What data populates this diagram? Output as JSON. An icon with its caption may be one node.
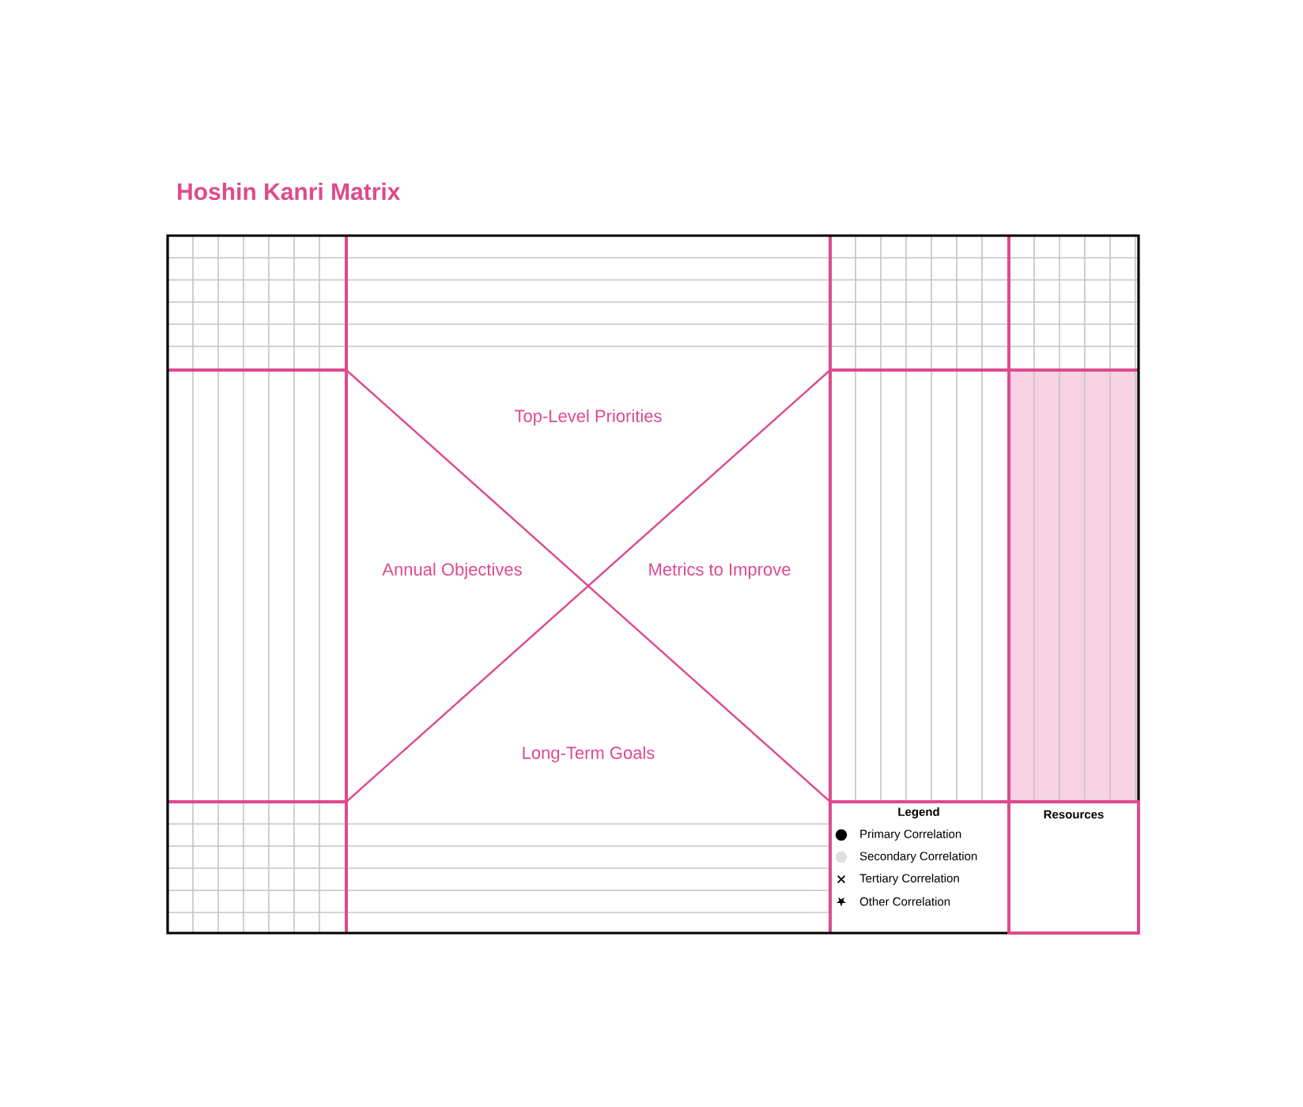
{
  "diagram": {
    "title": "Hoshin Kanri Matrix",
    "nodes": [
      {
        "text": [
          "Resources"
        ]
      }
    ],
    "labels": [
      "Top-Level Priorities",
      "Annual Objectives",
      "Metrics to Improve",
      "Long-Term Goals",
      "Legend"
    ],
    "legend": [
      {
        "text": "Primary Correlation"
      },
      {
        "text": "Secondary Correlation"
      },
      {
        "text": "Tertiary Correlation"
      },
      {
        "text": "Other Correlation"
      }
    ]
  }
}
